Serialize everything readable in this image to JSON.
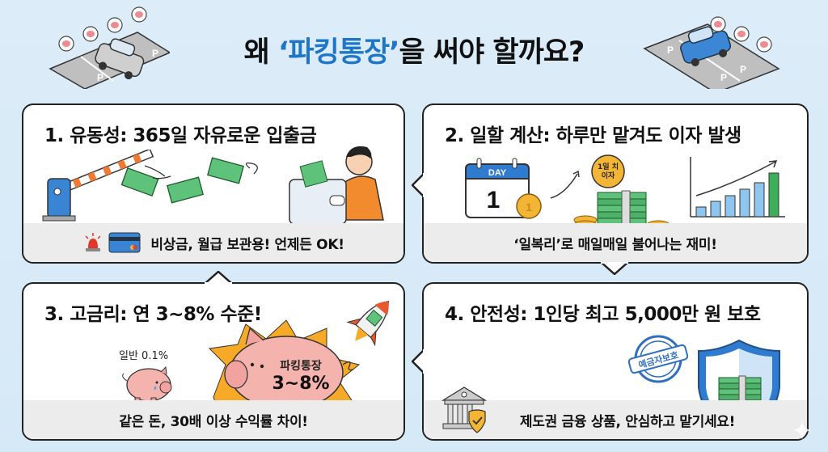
{
  "header": {
    "title_prefix": "왜 ",
    "title_highlight": "‘파킹통장’",
    "title_suffix": "을 써야 할까요?",
    "highlight_color": "#1f76c9"
  },
  "cards": [
    {
      "title": "1. 유동성: 365일 자유로운 입출금",
      "footer": "비상금, 월급 보관용! 언제든 OK!",
      "icons": [
        "parking-gate-icon",
        "money-bill-icon",
        "person-wallet-icon",
        "siren-icon",
        "credit-card-icon"
      ]
    },
    {
      "title": "2. 일할 계산: 하루만 맡겨도 이자 발생",
      "calendar_header": "DAY",
      "calendar_day": "1",
      "coin_label": "1",
      "bubble_line1": "1일 치",
      "bubble_line2": "이자",
      "footer": "‘일복리’로 매일매일 불어나는 재미!",
      "icons": [
        "calendar-icon",
        "coin-icon",
        "money-stack-icon",
        "growth-chart-icon"
      ]
    },
    {
      "title": "3. 고금리: 연 3~8% 수준!",
      "small_pig_label": "일반 0.1%",
      "big_pig_label": "파킹통장",
      "big_pig_rate": "3~8%",
      "footer": "같은 돈, 30배 이상 수익률 차이!",
      "icons": [
        "small-piggy-bank-icon",
        "big-piggy-bank-icon",
        "rocket-icon"
      ]
    },
    {
      "title": "4. 안전성: 1인당 최고 5,000만 원 보호",
      "stamp_label": "예금자보호",
      "footer": "제도권 금융 상품, 안심하고 맡기세요!",
      "icons": [
        "bank-building-icon",
        "check-shield-icon",
        "protection-shield-icon",
        "deposit-stamp-icon"
      ]
    }
  ],
  "colors": {
    "background": "#d8eaf8",
    "accent_blue": "#1f76c9",
    "money_green": "#3fae5a",
    "coin_gold": "#f2b634",
    "piggy_pink": "#f2a3a0",
    "burst_orange": "#f7a928",
    "footer_gray": "#ececec"
  }
}
